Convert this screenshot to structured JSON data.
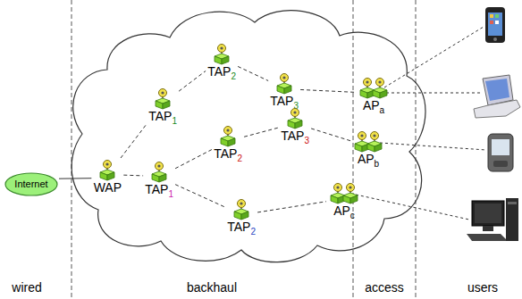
{
  "diagram": {
    "nodes": [
      {
        "text": [
          "Internet"
        ]
      },
      {
        "text": [
          "WAP"
        ]
      },
      {
        "text": [
          "TAP",
          "1"
        ]
      },
      {
        "text": [
          "TAP",
          "2"
        ]
      },
      {
        "text": [
          "TAP",
          "3"
        ]
      },
      {
        "text": [
          "AP",
          "a"
        ]
      },
      {
        "text": [
          "TAP",
          "3"
        ]
      },
      {
        "text": [
          "TAP",
          "2"
        ]
      },
      {
        "text": [
          "AP",
          "b"
        ]
      },
      {
        "text": [
          "TAP",
          "1"
        ]
      },
      {
        "text": [
          "TAP",
          "2"
        ]
      },
      {
        "text": [
          "AP",
          "c"
        ]
      }
    ],
    "edges": [
      {
        "from": 0,
        "to": 1,
        "arrow": "none"
      },
      {
        "from": 1,
        "to": 2,
        "arrow": "none"
      },
      {
        "from": 2,
        "to": 3,
        "arrow": "none"
      },
      {
        "from": 3,
        "to": 4,
        "arrow": "none"
      },
      {
        "from": 4,
        "to": 5,
        "arrow": "none"
      },
      {
        "from": 1,
        "to": 9,
        "arrow": "none"
      },
      {
        "from": 9,
        "to": 7,
        "arrow": "none"
      },
      {
        "from": 7,
        "to": 6,
        "arrow": "none"
      },
      {
        "from": 6,
        "to": 8,
        "arrow": "none"
      },
      {
        "from": 9,
        "to": 10,
        "arrow": "none"
      },
      {
        "from": 10,
        "to": 11,
        "arrow": "none"
      }
    ],
    "labels": [
      "wired",
      "backhaul",
      "access",
      "users"
    ]
  }
}
